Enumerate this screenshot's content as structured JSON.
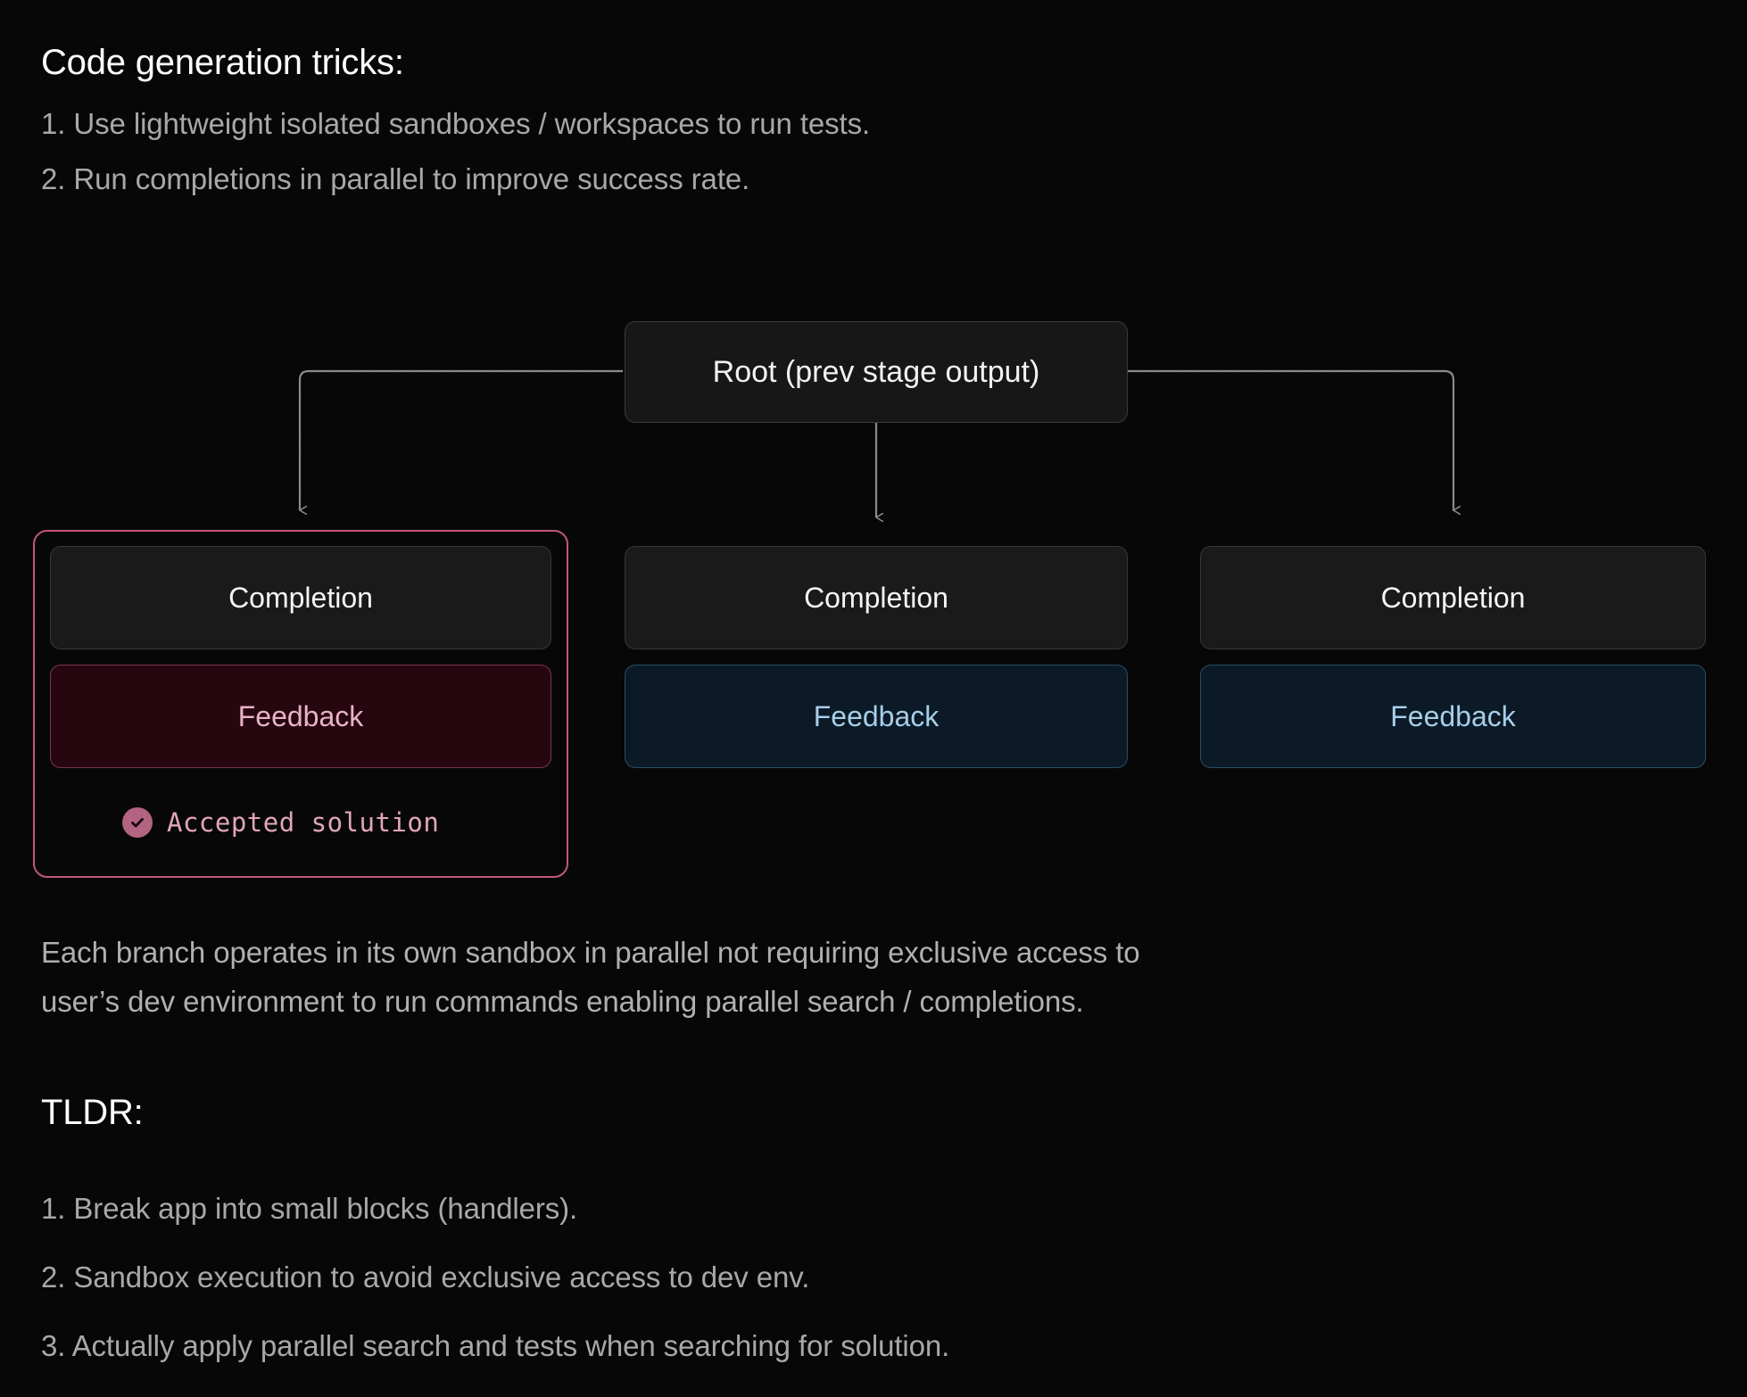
{
  "sections": {
    "tricks": {
      "heading": "Code generation tricks:",
      "items": [
        "1. Use lightweight isolated sandboxes / workspaces to run tests.",
        "2. Run completions in parallel to improve success rate."
      ]
    },
    "caption": {
      "line1": "Each branch operates in its own sandbox in parallel not requiring exclusive access to",
      "line2": "user’s dev environment to run commands enabling parallel search / completions."
    },
    "tldr": {
      "heading": "TLDR:",
      "items": [
        "1. Break app into small blocks (handlers).",
        "2. Sandbox execution to avoid exclusive access to dev env.",
        "3. Actually apply parallel search and tests when searching for solution."
      ]
    }
  },
  "diagram": {
    "root": {
      "label": "Root (prev stage output)"
    },
    "branches": [
      {
        "completion": "Completion",
        "feedback": "Feedback",
        "status": "Accepted solution",
        "status_icon": "check-circle-icon",
        "accepted": true
      },
      {
        "completion": "Completion",
        "feedback": "Feedback",
        "accepted": false
      },
      {
        "completion": "Completion",
        "feedback": "Feedback",
        "accepted": false
      }
    ]
  },
  "colors": {
    "background": "#070707",
    "heading_text": "#ffffff",
    "body_text": "#a8a8a8",
    "accent_pink": "#c4557d",
    "accent_pink_text": "#e2a5bb",
    "accent_blue_text": "#a8cde8",
    "connector_line": "#8a8a8a",
    "node_fill": "#1a1a1a",
    "feedback_blue_fill": "#0b1a26",
    "feedback_pink_fill": "#27070f"
  }
}
